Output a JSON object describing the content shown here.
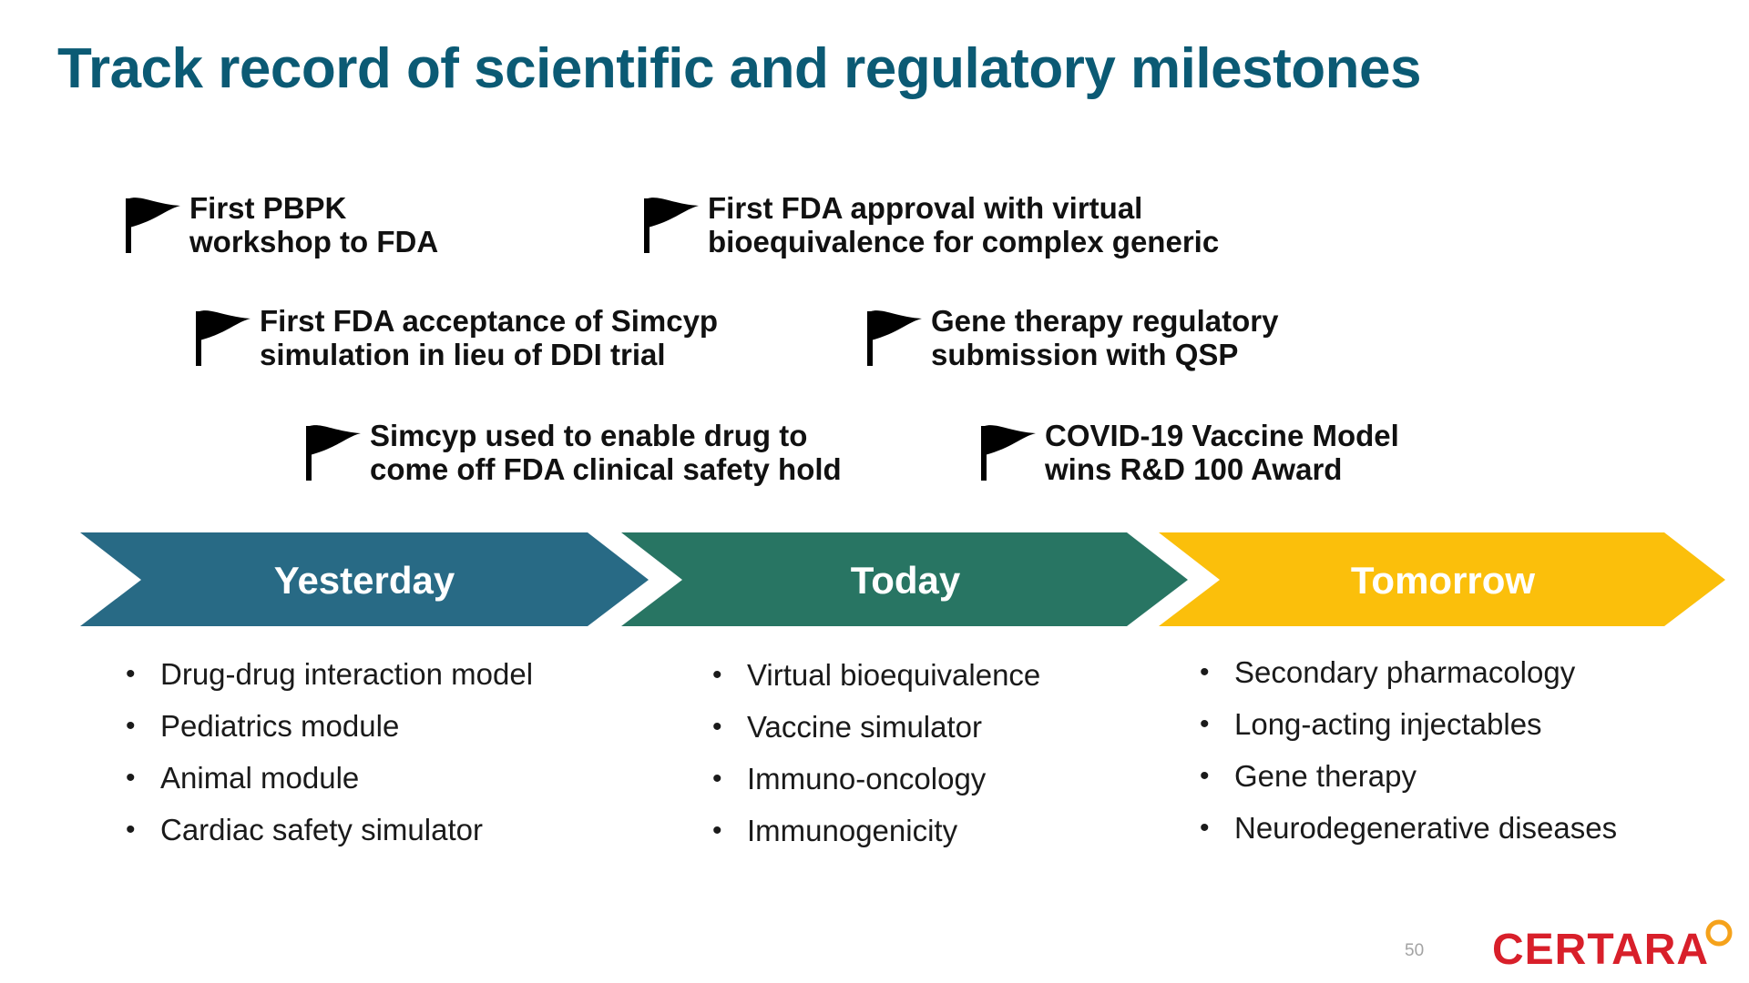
{
  "slide": {
    "title": "Track record of scientific and regulatory milestones",
    "page_number": "50"
  },
  "milestones": [
    {
      "line1": "First PBPK",
      "line2": "workshop to FDA",
      "icon": "flag-icon"
    },
    {
      "line1": "First FDA acceptance of Simcyp",
      "line2": "simulation in lieu of DDI trial",
      "icon": "flag-icon"
    },
    {
      "line1": "Simcyp used to enable drug to",
      "line2": "come off FDA clinical safety hold",
      "icon": "flag-icon"
    },
    {
      "line1": "First FDA approval with virtual",
      "line2": "bioequivalence for complex generic",
      "icon": "flag-icon"
    },
    {
      "line1": "Gene therapy regulatory",
      "line2": "submission with QSP",
      "icon": "flag-icon"
    },
    {
      "line1": "COVID-19 Vaccine Model",
      "line2": "wins R&D 100 Award",
      "icon": "flag-icon"
    }
  ],
  "phases": [
    {
      "label": "Yesterday",
      "color": "#286a85",
      "items": [
        "Drug-drug interaction model",
        "Pediatrics module",
        "Animal module",
        "Cardiac safety simulator"
      ]
    },
    {
      "label": "Today",
      "color": "#287563",
      "items": [
        "Virtual bioequivalence",
        "Vaccine simulator",
        "Immuno-oncology",
        "Immunogenicity"
      ]
    },
    {
      "label": "Tomorrow",
      "color": "#fbbf0b",
      "items": [
        "Secondary pharmacology",
        "Long-acting injectables",
        "Gene therapy",
        "Neurodegenerative diseases"
      ]
    }
  ],
  "logo": {
    "text": "CERTARA",
    "color": "#d81f2a",
    "ring_color": "#f5a21b"
  },
  "colors": {
    "title": "#0b5a74"
  }
}
